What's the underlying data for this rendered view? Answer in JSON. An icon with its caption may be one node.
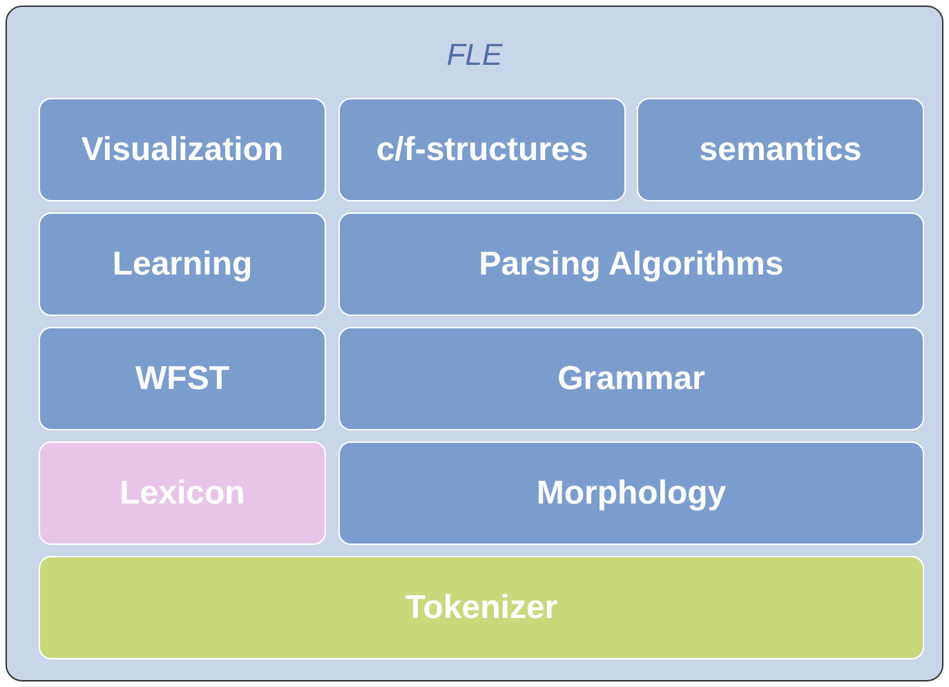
{
  "diagram": {
    "nodes": [
      {
        "text": [
          "FLE"
        ]
      },
      {
        "text": [
          "Visualization"
        ],
        "in": 0
      },
      {
        "text": [
          "c/f-structures"
        ],
        "in": 0
      },
      {
        "text": [
          "semantics"
        ],
        "in": 0
      },
      {
        "text": [
          "Learning"
        ],
        "in": 0
      },
      {
        "text": [
          "Parsing Algorithms"
        ],
        "in": 0
      },
      {
        "text": [
          "WFST"
        ],
        "in": 0
      },
      {
        "text": [
          "Grammar"
        ],
        "in": 0
      },
      {
        "text": [
          "Lexicon"
        ],
        "in": 0
      },
      {
        "text": [
          "Morphology"
        ],
        "in": 0
      },
      {
        "text": [
          "Tokenizer"
        ],
        "in": 0
      }
    ]
  }
}
